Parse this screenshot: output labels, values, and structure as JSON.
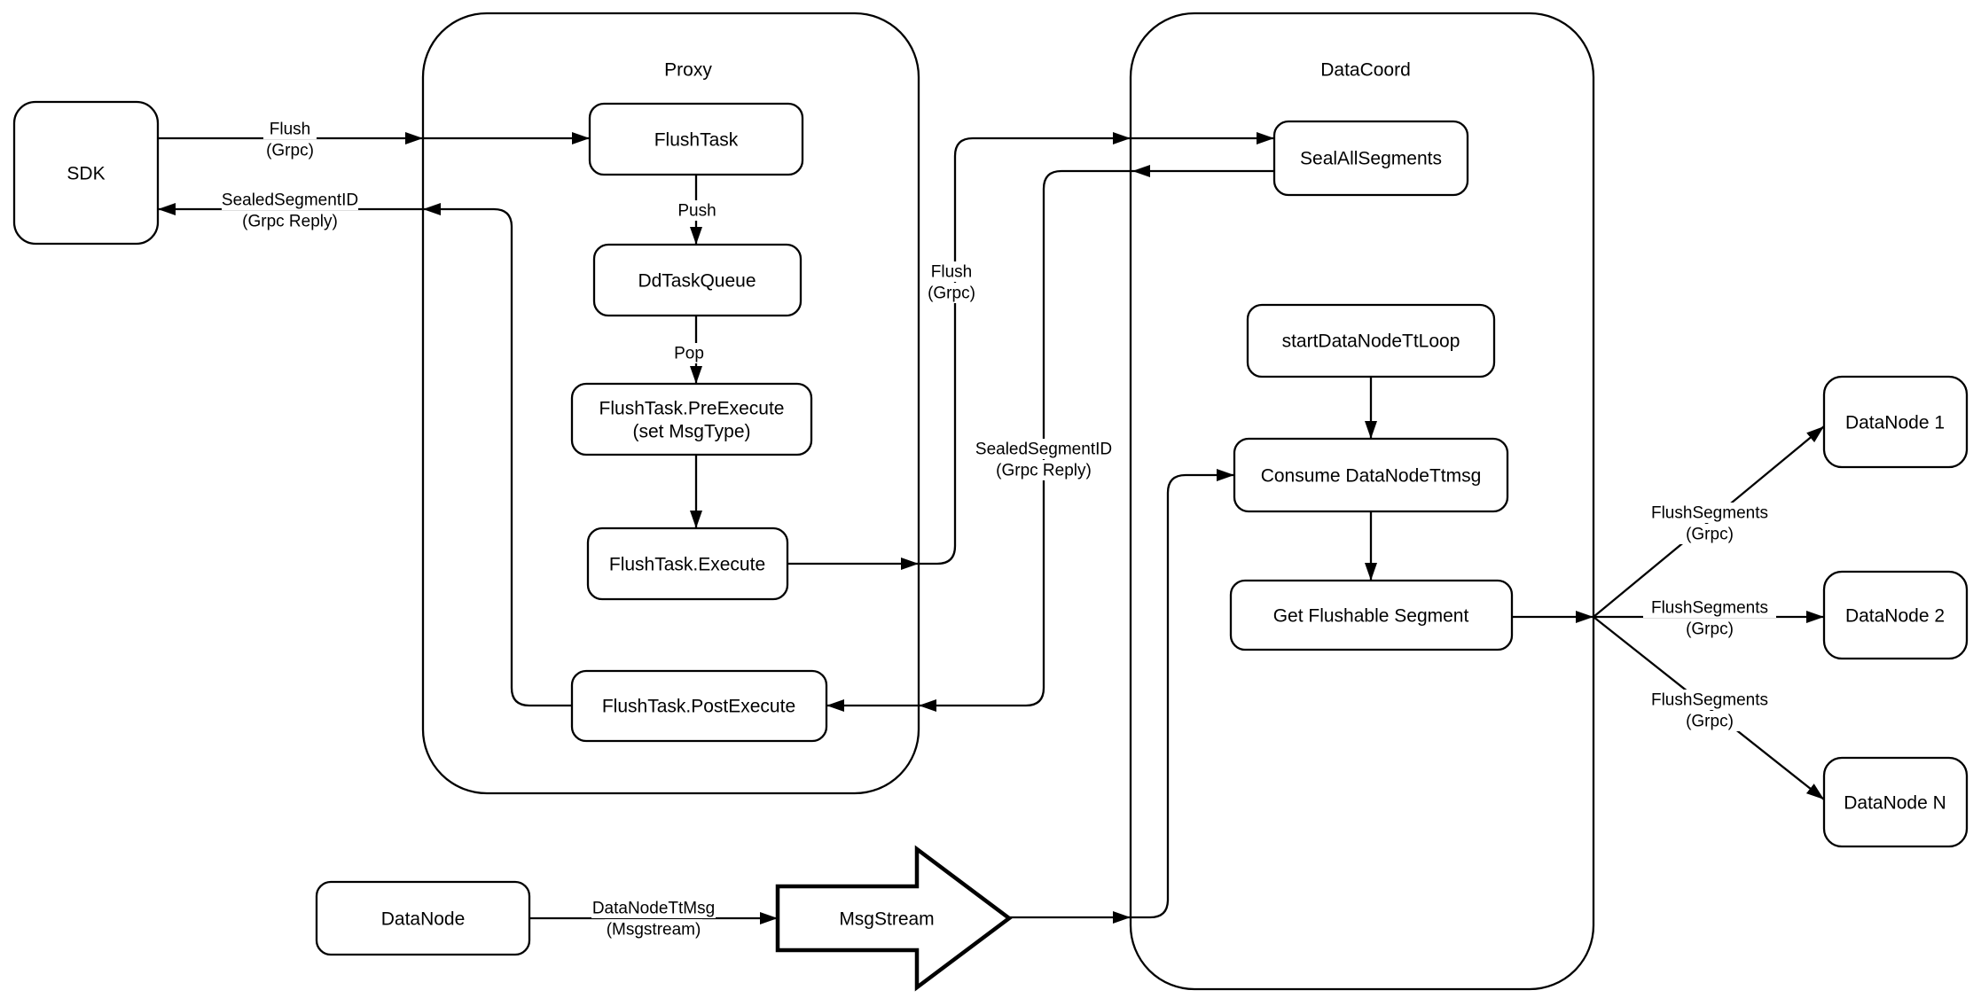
{
  "containers": {
    "proxy": {
      "title": "Proxy"
    },
    "datacoord": {
      "title": "DataCoord"
    }
  },
  "nodes": {
    "sdk": {
      "label": "SDK"
    },
    "flush_task": {
      "label": "FlushTask"
    },
    "dd_task_queue": {
      "label": "DdTaskQueue"
    },
    "pre_execute": {
      "line1": "FlushTask.PreExecute",
      "line2": "(set MsgType)"
    },
    "execute": {
      "label": "FlushTask.Execute"
    },
    "post_execute": {
      "label": "FlushTask.PostExecute"
    },
    "seal_all_segments": {
      "label": "SealAllSegments"
    },
    "start_datanode_tt_loop": {
      "label": "startDataNodeTtLoop"
    },
    "consume_datanode_ttmsg": {
      "label": "Consume DataNodeTtmsg"
    },
    "get_flushable_segment": {
      "label": "Get Flushable Segment"
    },
    "datanode": {
      "label": "DataNode"
    },
    "msgstream": {
      "label": "MsgStream"
    },
    "datanode_1": {
      "label": "DataNode 1"
    },
    "datanode_2": {
      "label": "DataNode 2"
    },
    "datanode_n": {
      "label": "DataNode N"
    }
  },
  "edge_labels": {
    "flush_sdk": {
      "line1": "Flush",
      "line2": "(Grpc)"
    },
    "sealed_sdk": {
      "line1": "SealedSegmentID",
      "line2": "(Grpc Reply)"
    },
    "push": {
      "label": "Push"
    },
    "pop": {
      "label": "Pop"
    },
    "flush_dc": {
      "line1": "Flush",
      "line2": "(Grpc)"
    },
    "sealed_dc": {
      "line1": "SealedSegmentID",
      "line2": "(Grpc Reply)"
    },
    "datanode_ttmsg": {
      "line1": "DataNodeTtMsg",
      "line2": "(Msgstream)"
    },
    "flush_segments_1": {
      "line1": "FlushSegments",
      "line2": "(Grpc)"
    },
    "flush_segments_2": {
      "line1": "FlushSegments",
      "line2": "(Grpc)"
    },
    "flush_segments_3": {
      "line1": "FlushSegments",
      "line2": "(Grpc)"
    }
  },
  "colors": {
    "stroke": "#000000",
    "background": "#ffffff",
    "text": "#000000"
  }
}
